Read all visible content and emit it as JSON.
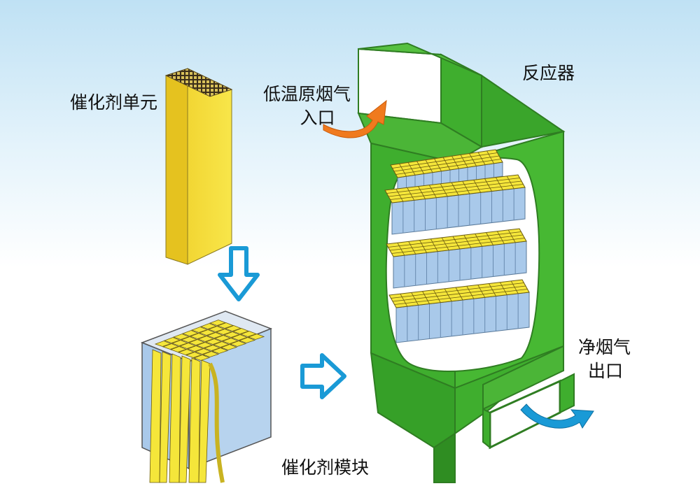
{
  "labels": {
    "catalyst_unit": "催化剂单元",
    "catalyst_module": "催化剂模块",
    "reactor": "反应器",
    "inlet_line1": "低温原烟气",
    "inlet_line2": "入口",
    "outlet_line1": "净烟气",
    "outlet_line2": "出口"
  },
  "colors": {
    "reactor_green": "#3fae2e",
    "reactor_green_dark": "#2f8d22",
    "catalyst_yellow": "#f5e63a",
    "catalyst_side": "#a9c9ea",
    "flow_arrow_blue": "#1a9ad6",
    "inlet_arrow_orange": "#f07a1e"
  },
  "icons": [
    "down-arrow-icon",
    "right-arrow-icon",
    "inlet-flow-arrow-icon",
    "outlet-flow-arrow-icon"
  ]
}
